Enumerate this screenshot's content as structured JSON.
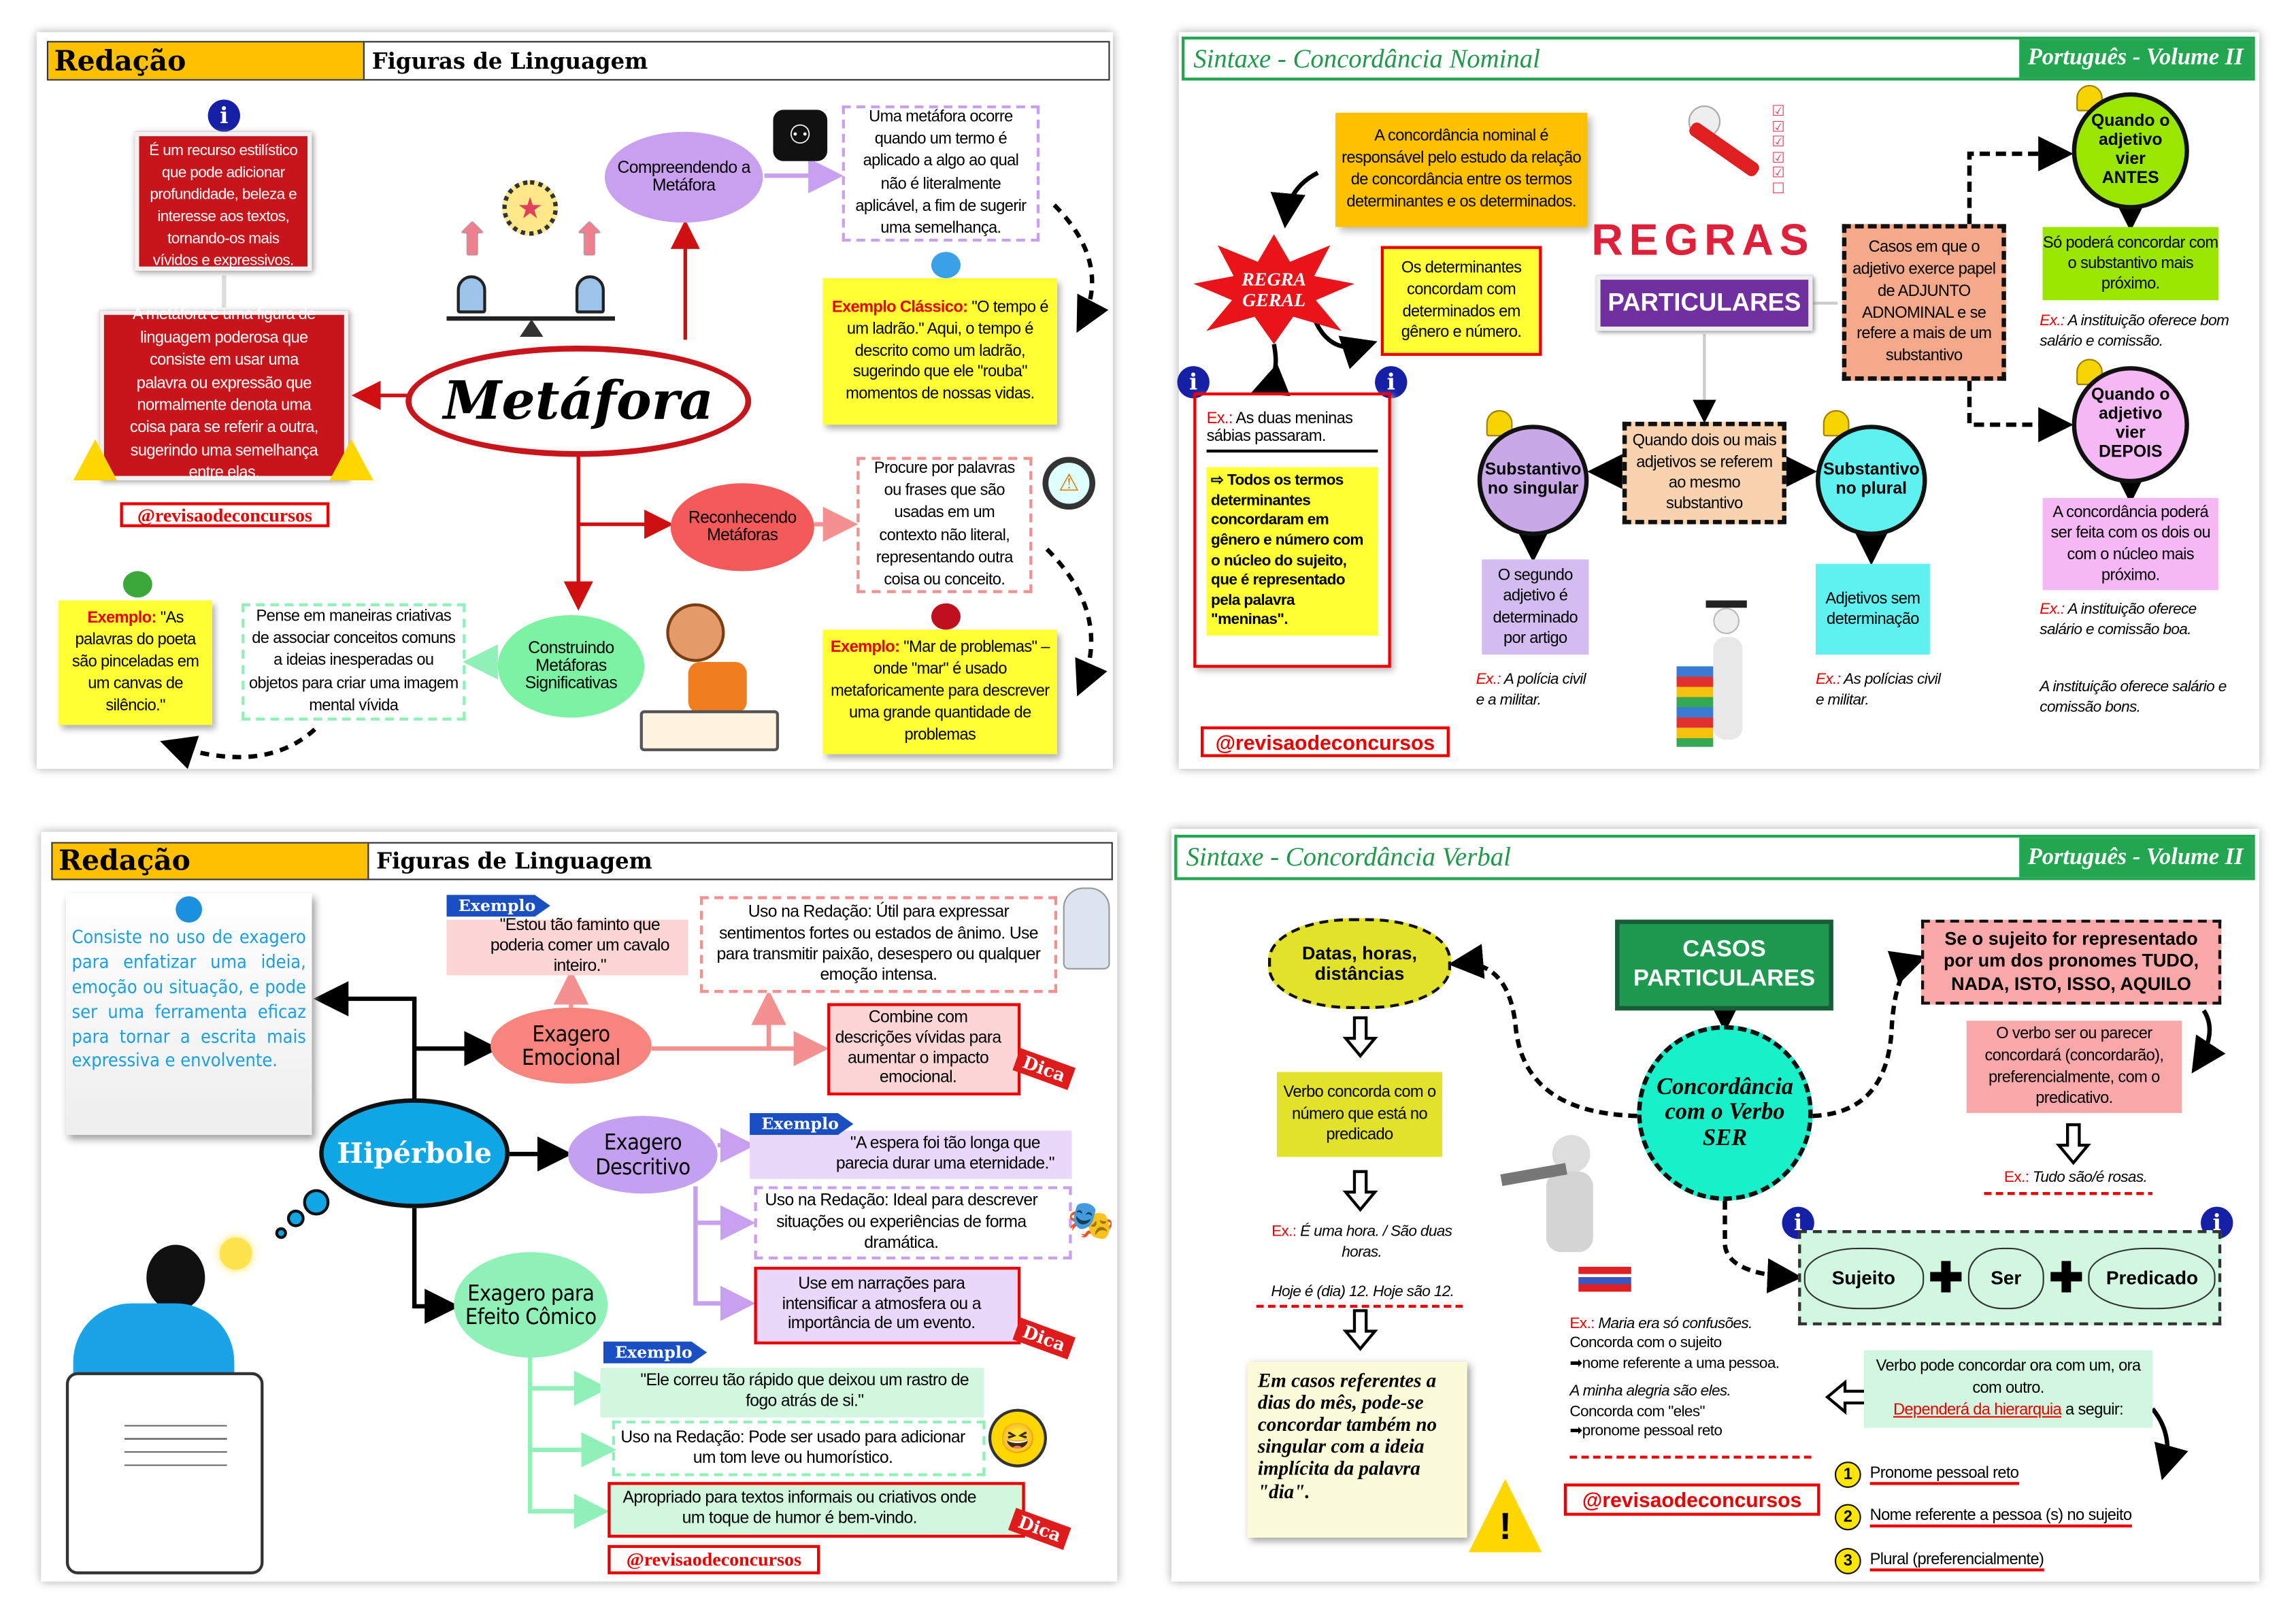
{
  "metafora": {
    "header": {
      "subject": "Redação",
      "topic": "Figuras de Linguagem"
    },
    "center": "Metáfora",
    "info_box": "É um recurso estilístico que pode adicionar profundidade, beleza e interesse aos textos, tornando-os mais vívidos e expressivos.",
    "definition": "A metáfora é uma figura de linguagem poderosa que consiste em usar uma palavra ou expressão que normalmente denota uma coisa para se referir a outra, sugerindo uma semelhança entre elas.",
    "handle": "@revisaodeconcursos",
    "branch_understand": "Compreendendo a Metáfora",
    "understand_text": "Uma metáfora ocorre quando um termo é aplicado a algo ao qual não é literalmente aplicável, a fim de sugerir uma semelhança.",
    "classic_label": "Exemplo Clássico:",
    "classic_text": "\"O tempo é um ladrão.\" Aqui, o tempo é descrito como um ladrão, sugerindo que ele \"rouba\" momentos de nossas vidas.",
    "branch_recognize": "Reconhecendo Metáforas",
    "recognize_text": "Procure por palavras ou frases que são usadas em um contexto não literal, representando outra coisa ou conceito.",
    "sea_label": "Exemplo:",
    "sea_text": "\"Mar de problemas\" – onde \"mar\" é usado metaforicamente para descrever uma grande quantidade de problemas",
    "branch_build": "Construindo Metáforas Significativas",
    "build_text": "Pense em maneiras criativas de associar conceitos comuns a ideias inesperadas ou objetos para criar uma imagem mental vívida",
    "poet_label": "Exemplo:",
    "poet_text": "\"As palavras do poeta são pinceladas em um canvas de silêncio.\""
  },
  "nominal": {
    "header": {
      "title": "Sintaxe - Concordância Nominal",
      "volume": "Português - Volume II"
    },
    "intro": "A concordância nominal é responsável pelo estudo da relação de concordância entre os termos determinantes e os determinados.",
    "rule_general": "REGRA GERAL",
    "determinants": "Os determinantes concordam com determinados em gênero e número.",
    "example_label": "Ex.:",
    "example_text": "As duas meninas sábias passaram.",
    "example_note": "Todos os termos determinantes concordaram em gênero e número com o núcleo do sujeito, que é representado pela palavra \"meninas\".",
    "rules_word": "REGRAS",
    "particulares": "PARTICULARES",
    "adjunct_case": "Casos em que o adjetivo exerce papel de ADJUNTO ADNOMINAL e se refere a mais de um substantivo",
    "before": "Quando o adjetivo vier ANTES",
    "before_rule": "Só poderá concordar com o substantivo mais próximo.",
    "before_ex": "A instituição oferece bom salário e comissão.",
    "after": "Quando o adjetivo vier DEPOIS",
    "after_rule": "A concordância poderá ser feita com os dois ou com o núcleo mais próximo.",
    "after_ex1": "A instituição oferece salário e comissão boa.",
    "after_ex2": "A instituição oferece salário e comissão bons.",
    "two_adj": "Quando dois ou mais adjetivos se referem ao mesmo substantivo",
    "singular": "Substantivo no singular",
    "singular_rule": "O segundo adjetivo é determinado por artigo",
    "singular_ex": "A polícia civil e a militar.",
    "plural": "Substantivo no plural",
    "plural_rule": "Adjetivos sem determinação",
    "plural_ex": "As polícias civil e militar.",
    "handle": "@revisaodeconcursos"
  },
  "hiperbole": {
    "header": {
      "subject": "Redação",
      "topic": "Figuras de Linguagem"
    },
    "center": "Hipérbole",
    "definition": "Consiste no uso de exagero para enfatizar uma ideia, emoção ou situação, e pode ser uma ferramenta eficaz para tornar a escrita mais expressiva e envolvente.",
    "tag_example": "Exemplo",
    "tag_tip": "Dica",
    "emotional": "Exagero Emocional",
    "emotional_example": "\"Estou tão faminto que poderia comer um cavalo inteiro.\"",
    "emotional_use": "Uso na Redação: Útil para expressar sentimentos fortes ou estados de ânimo. Use para transmitir paixão, desespero ou qualquer emoção intensa.",
    "emotional_tip": "Combine com descrições vívidas para aumentar o impacto emocional.",
    "descriptive": "Exagero Descritivo",
    "descriptive_example": "\"A espera foi tão longa que parecia durar uma eternidade.\"",
    "descriptive_use": "Uso na Redação: Ideal para descrever situações ou experiências de forma dramática.",
    "descriptive_tip": "Use em narrações para intensificar a atmosfera ou a importância de um evento.",
    "comic": "Exagero para Efeito Cômico",
    "comic_example": "\"Ele correu tão rápido que deixou um rastro de fogo atrás de si.\"",
    "comic_use": "Uso na Redação: Pode ser usado para adicionar um tom leve ou humorístico.",
    "comic_tip": "Apropriado para textos informais ou criativos onde um toque de humor é bem-vindo.",
    "handle": "@revisaodeconcursos"
  },
  "verbal": {
    "header": {
      "title": "Sintaxe - Concordância Verbal",
      "volume": "Português - Volume II"
    },
    "cases": "CASOS PARTICULARES",
    "center": "Concordância com o Verbo SER",
    "dates": "Datas, horas, distâncias",
    "dates_rule": "Verbo concorda com o número que está no predicado",
    "dates_ex_label": "Ex.:",
    "dates_ex": "É uma hora. / São duas horas.",
    "dates_ex2": "Hoje é (dia) 12. Hoje são 12.",
    "dates_note": "Em casos referentes a dias do mês, pode-se concordar também no singular com a ideia implícita da palavra \"dia\".",
    "pronouns": "Se o sujeito for representado por um dos pronomes TUDO, NADA, ISTO, ISSO, AQUILO",
    "pronouns_rule": "O verbo ser ou parecer concordará (concordarão), preferencialmente, com o predicativo.",
    "pronouns_ex_label": "Ex.:",
    "pronouns_ex": "Tudo são/é rosas.",
    "formula": [
      "Sujeito",
      "Ser",
      "Predicado"
    ],
    "maria_label": "Ex.:",
    "maria_ex": "Maria era só confusões.",
    "maria_note1": "Concorda com o sujeito",
    "maria_note2": "nome referente a uma pessoa.",
    "alegria_ex": "A minha alegria são eles.",
    "alegria_note1": "Concorda com \"eles\"",
    "alegria_note2": "pronome pessoal reto",
    "may_agree": "Verbo pode concordar ora com um, ora com outro.",
    "hierarchy_link": "Dependerá da hierarquia",
    "hierarchy_tail": "a seguir:",
    "hierarchy": [
      {
        "n": "1",
        "label": "Pronome pessoal reto"
      },
      {
        "n": "2",
        "label": "Nome referente a pessoa (s) no sujeito"
      },
      {
        "n": "3",
        "label": "Plural (preferencialmente)"
      }
    ],
    "handle": "@revisaodeconcursos"
  }
}
